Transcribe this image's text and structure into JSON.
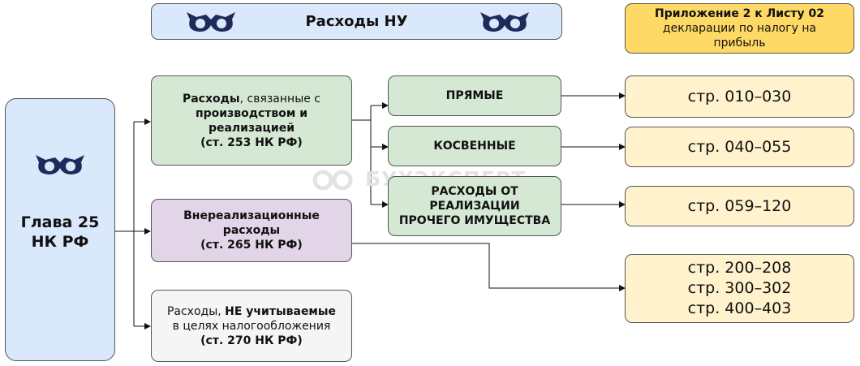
{
  "header": {
    "title": "Расходы НУ"
  },
  "appendix": {
    "line1": "Приложение 2 к Листу 02",
    "line2": "декларации по налогу на",
    "line3": "прибыль"
  },
  "chapter": {
    "line1": "Глава 25",
    "line2": "НК РФ"
  },
  "production": {
    "bold1": "Расходы",
    "normal1": ", связанные с",
    "line2": "производством и",
    "line3": "реализацией",
    "line4": "(ст. 253 НК РФ)"
  },
  "nonsales": {
    "line1": "Внереализационные",
    "line2": "расходы",
    "line3": "(ст. 265 НК РФ)"
  },
  "excluded": {
    "normal1": "Расходы, ",
    "bold1": "НЕ учитываемые",
    "line2": "в целях налогообложения",
    "line3": "(ст. 270 НК РФ)"
  },
  "direct": {
    "label": "ПРЯМЫЕ"
  },
  "indirect": {
    "label": "КОСВЕННЫЕ"
  },
  "property": {
    "line1": "РАСХОДЫ ОТ",
    "line2": "РЕАЛИЗАЦИИ",
    "line3": "ПРОЧЕГО ИМУЩЕСТВА"
  },
  "lines": {
    "l1": "стр. 010–030",
    "l2": "стр. 040–055",
    "l3": "стр. 059–120",
    "l4a": "стр. 200–208",
    "l4b": "стр. 300–302",
    "l4c": "стр. 400–403"
  },
  "watermark": {
    "text": "БУХЭКСПЕРТ"
  },
  "colors": {
    "header": "#dae8fc",
    "chapter": "#dae8fc",
    "production": "#d5e8d4",
    "nonsales": "#e1d5e7",
    "excluded": "#f5f5f5",
    "lines": "#fff2cc",
    "appendix": "#ffd966",
    "owl": "#1f2a5a"
  }
}
